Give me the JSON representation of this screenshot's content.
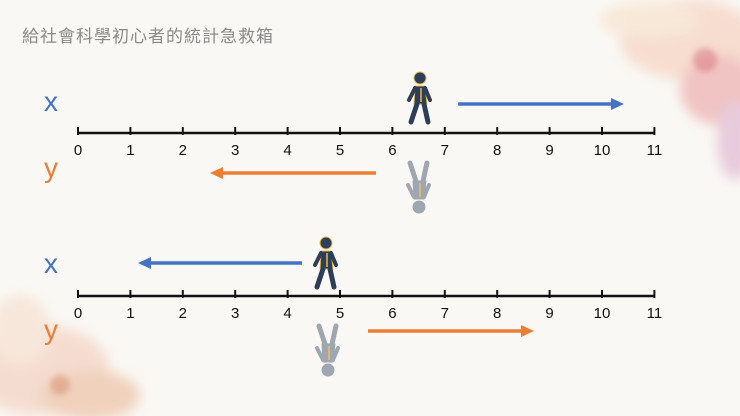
{
  "title": "給社會科學初心者的統計急救箱",
  "colors": {
    "x": "#4472c4",
    "y": "#ed7d31",
    "axis": "#111111",
    "walker": "#2c3e58",
    "walker_outline": "#e8b84a",
    "reflection": "#8f99a6"
  },
  "number_line": {
    "ticks": [
      "0",
      "1",
      "2",
      "3",
      "4",
      "5",
      "6",
      "7",
      "8",
      "9",
      "10",
      "11"
    ]
  },
  "panels": [
    {
      "x_label": "x",
      "y_label": "y",
      "x_direction": "right",
      "y_direction": "left",
      "walker_icon": "walking-person-icon"
    },
    {
      "x_label": "x",
      "y_label": "y",
      "x_direction": "left",
      "y_direction": "right",
      "walker_icon": "walking-person-icon"
    }
  ]
}
